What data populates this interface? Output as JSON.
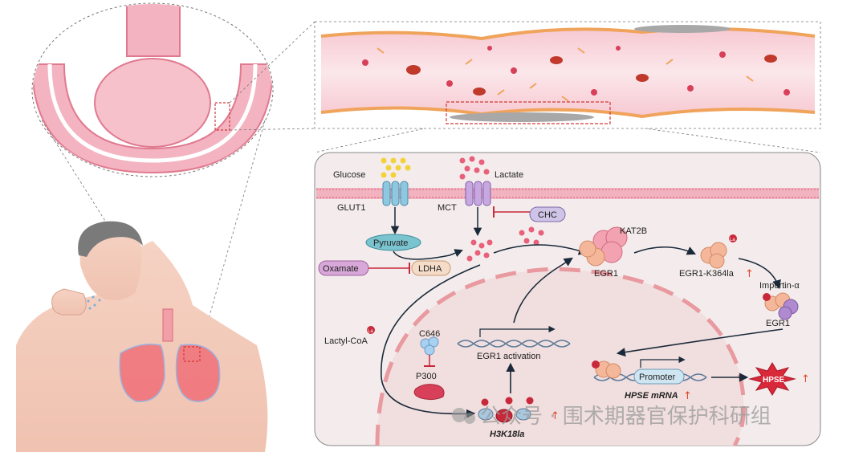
{
  "pathway": {
    "glucose": "Glucose",
    "lactate": "Lactate",
    "glut1": "GLUT1",
    "mct": "MCT",
    "chc": "CHC",
    "pyruvate": "Pyruvate",
    "oxamate": "Oxamate",
    "ldha": "LDHA",
    "kat2b": "KAT2B",
    "egr1": "EGR1",
    "egr1_k364la": "EGR1-K364la",
    "importin": "Importin-α",
    "egr1_nuclear": "EGR1",
    "lactyl_coa": "Lactyl-CoA",
    "c646": "C646",
    "p300": "P300",
    "egr1_activation": "EGR1 activation",
    "promoter": "Promoter",
    "hpse_mrna": "HPSE mRNA",
    "hpse": "HPSE",
    "h3k18la": "H3K18la",
    "la_tag": "La"
  },
  "watermark": {
    "text": "公众号 · 围术期器官保护科研组"
  },
  "colors": {
    "membrane": "#e8a0b0",
    "lactate_dot": "#e8607a",
    "glucose_dot": "#f2d23a",
    "inhibit": "#c8283a",
    "up_arrow": "#e0452b",
    "hpse_star": "#d8283a",
    "panel_bg": "#f3eaea",
    "nucleus_dash": "#e89aa0"
  }
}
